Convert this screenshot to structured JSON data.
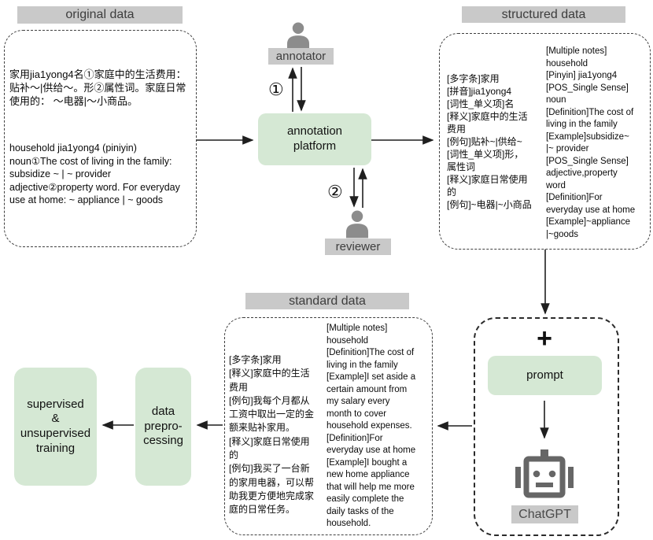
{
  "colors": {
    "green": "#d5e8d4",
    "label_gray": "#c9c9c9",
    "person_gray": "#8c8c8c",
    "robot_gray": "#666666"
  },
  "headers": {
    "original": "original data",
    "structured": "structured data",
    "standard": "standard data"
  },
  "original_box": {
    "chinese": "家用jia1yong4名①家庭中的生活费用：\n贴补～|供给～。形②属性词。家庭日常\n使用的： ～电器|～小商品。",
    "english": "household jia1yong4 (piniyin)\nnoun①The cost of living in the family:\nsubsidize ~ | ~ provider\nadjective②property word. For everyday\nuse at home: ~ appliance | ~ goods"
  },
  "annotator": {
    "label": "annotator"
  },
  "reviewer": {
    "label": "reviewer"
  },
  "platform": {
    "label": "annotation\nplatform"
  },
  "steps": {
    "one": "①",
    "two": "②"
  },
  "structured_box": {
    "chinese_col": "[多字条]家用\n[拼音]jia1yong4\n[词性_单义项]名\n[释义]家庭中的生活\n费用\n[例句]贴补~|供给~\n[词性_单义项]形，\n属性词\n[释义]家庭日常使用\n的\n[例句]~电器|~小商品",
    "english_col": "[Multiple notes]\nhousehold\n[Pinyin] jia1yong4\n[POS_Single Sense]\nnoun\n[Definition]The cost of\nliving in the family\n[Example]subsidize~\n|~ provider\n[POS_Single Sense]\nadjective,property\nword\n[Definition]For\neveryday use at home\n[Example]~appliance\n|~goods"
  },
  "standard_box": {
    "chinese_col": "[多字条]家用\n[释义]家庭中的生活\n费用\n[例句]我每个月都从\n工资中取出一定的金\n额来贴补家用。\n[释义]家庭日常使用\n的\n[例句]我买了一台新\n的家用电器，可以帮\n助我更方便地完成家\n庭的日常任务。",
    "english_col": "[Multiple notes]\nhousehold\n[Definition]The cost of\nliving in the family\n[Example]I set aside a\ncertain amount from\nmy salary every\nmonth to cover\nhousehold expenses.\n[Definition]For\neveryday use at home\n[Example]I bought a\nnew home appliance\nthat will help me more\neasily complete the\ndaily tasks of the\nhousehold."
  },
  "plus_sign": "+",
  "prompt": {
    "label": "prompt"
  },
  "chatgpt": {
    "label": "ChatGPT"
  },
  "preprocessing": {
    "label": "data\nprepro-\ncessing"
  },
  "training": {
    "label": "supervised\n&\nunsupervised\ntraining"
  }
}
